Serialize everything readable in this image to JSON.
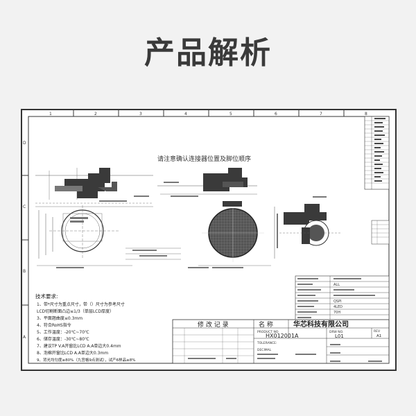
{
  "title": "产品解析",
  "drawing": {
    "note_heading": "请注意确认连接器位置及脚位顺序",
    "grid_cols": [
      "1",
      "2",
      "3",
      "4",
      "5",
      "6",
      "7",
      "8"
    ],
    "grid_rows": [
      "A",
      "B",
      "C",
      "D"
    ],
    "tech_requirements": {
      "heading": "技术要求:",
      "items": [
        "1、带*尺寸为重点尺寸，带（）尺寸为参考尺寸",
        "   LCD切割断面凸边≤1/3（单层LCD厚度）",
        "3、平面翘曲度≤0.3mm",
        "4、符合RoHS指令",
        "5、工作温度：-20℃~70℃",
        "6、储存温度：-30℃~80℃",
        "7、建议TP V.A开窗比LCD A.A单边大0.4mm",
        "8、泡棉开窗比LCD A.A单边大0.3mm",
        "9、背光均匀度≥80%（九宫格9点测试），试产6样品≥8%"
      ]
    },
    "revision_label": "修 改 记 录",
    "name_label": "名 称",
    "company": "华芯科技有限公司",
    "product_no_label": "PRODUCT NO.",
    "product_no": "HX012001A",
    "drw_no_label": "DRW NO.",
    "drw_no": "L01",
    "rev_label": "REV",
    "rev": "A1",
    "tolerance_label": "TOLERANCE:",
    "decimal_label": "DECIMAL",
    "spec_items": [
      "ALL",
      "QSPI",
      "4LED",
      "70H"
    ]
  }
}
